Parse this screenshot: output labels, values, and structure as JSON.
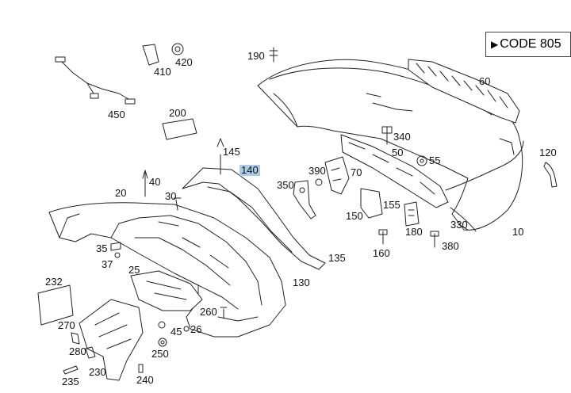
{
  "code_box": {
    "text": "CODE 805",
    "arrow_icon": "right-arrow-icon"
  },
  "highlight_color": "#a9cbe6",
  "labels": [
    {
      "id": "lbl-190",
      "text": "190"
    },
    {
      "id": "lbl-60",
      "text": "60"
    },
    {
      "id": "lbl-410",
      "text": "410"
    },
    {
      "id": "lbl-420",
      "text": "420"
    },
    {
      "id": "lbl-450",
      "text": "450"
    },
    {
      "id": "lbl-200",
      "text": "200"
    },
    {
      "id": "lbl-145",
      "text": "145"
    },
    {
      "id": "lbl-140",
      "text": "140",
      "highlight": true
    },
    {
      "id": "lbl-340",
      "text": "340"
    },
    {
      "id": "lbl-50",
      "text": "50"
    },
    {
      "id": "lbl-55",
      "text": "55"
    },
    {
      "id": "lbl-120",
      "text": "120"
    },
    {
      "id": "lbl-40",
      "text": "40"
    },
    {
      "id": "lbl-20",
      "text": "20"
    },
    {
      "id": "lbl-30",
      "text": "30"
    },
    {
      "id": "lbl-390",
      "text": "390"
    },
    {
      "id": "lbl-70",
      "text": "70"
    },
    {
      "id": "lbl-350",
      "text": "350"
    },
    {
      "id": "lbl-155",
      "text": "155"
    },
    {
      "id": "lbl-150",
      "text": "150"
    },
    {
      "id": "lbl-330",
      "text": "330"
    },
    {
      "id": "lbl-10",
      "text": "10"
    },
    {
      "id": "lbl-180",
      "text": "180"
    },
    {
      "id": "lbl-35",
      "text": "35"
    },
    {
      "id": "lbl-37",
      "text": "37"
    },
    {
      "id": "lbl-25",
      "text": "25"
    },
    {
      "id": "lbl-135",
      "text": "135"
    },
    {
      "id": "lbl-160",
      "text": "160"
    },
    {
      "id": "lbl-380",
      "text": "380"
    },
    {
      "id": "lbl-130",
      "text": "130"
    },
    {
      "id": "lbl-232",
      "text": "232"
    },
    {
      "id": "lbl-260",
      "text": "260"
    },
    {
      "id": "lbl-270",
      "text": "270"
    },
    {
      "id": "lbl-45",
      "text": "45"
    },
    {
      "id": "lbl-26",
      "text": "26"
    },
    {
      "id": "lbl-280",
      "text": "280"
    },
    {
      "id": "lbl-250",
      "text": "250"
    },
    {
      "id": "lbl-230",
      "text": "230"
    },
    {
      "id": "lbl-240",
      "text": "240"
    },
    {
      "id": "lbl-235",
      "text": "235"
    }
  ]
}
